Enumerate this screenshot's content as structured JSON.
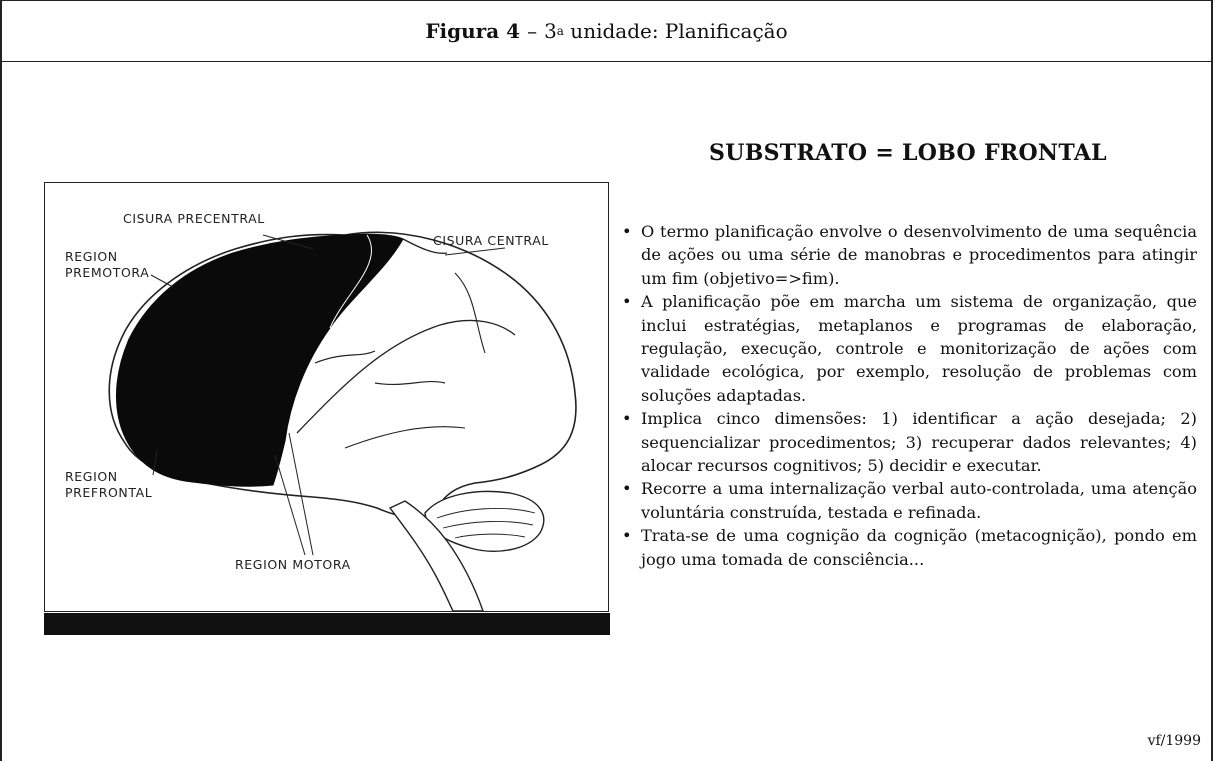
{
  "title": {
    "label": "Figura 4",
    "dash": "–",
    "text_before_sup": "3",
    "sup": "a",
    "text_after_sup": " unidade: Planificação"
  },
  "figure": {
    "labels": {
      "cisura_precentral": "CISURA PRECENTRAL",
      "cisura_central": "CISURA CENTRAL",
      "region_premotora_1": "REGION",
      "region_premotora_2": "PREMOTORA",
      "region_prefrontal_1": "REGION",
      "region_prefrontal_2": "PREFRONTAL",
      "region_motora": "REGION MOTORA"
    }
  },
  "heading": "SUBSTRATO = LOBO FRONTAL",
  "bullet_marker": "•",
  "bullets": [
    "O termo planificação envolve o desenvolvimento de uma sequência de ações ou uma série de manobras e procedimentos para atingir um fim (objetivo=>fim).",
    "A planificação põe em marcha um sistema de organização, que inclui estratégias, metaplanos e programas de elaboração, regulação, execução, controle e monitorização de ações com validade ecológica, por exemplo, resolução de problemas com soluções adaptadas.",
    "Implica cinco dimensões: 1) identificar a ação desejada; 2) sequencializar procedimentos; 3) recuperar dados relevantes; 4) alocar recursos cognitivos; 5) decidir e executar.",
    "Recorre a uma internalização verbal auto-controlada, uma atenção voluntária construída, testada e refinada.",
    "Trata-se de uma cognição da cognição (metacognição), pondo em jogo uma tomada de consciência..."
  ],
  "footer": "vf/1999"
}
